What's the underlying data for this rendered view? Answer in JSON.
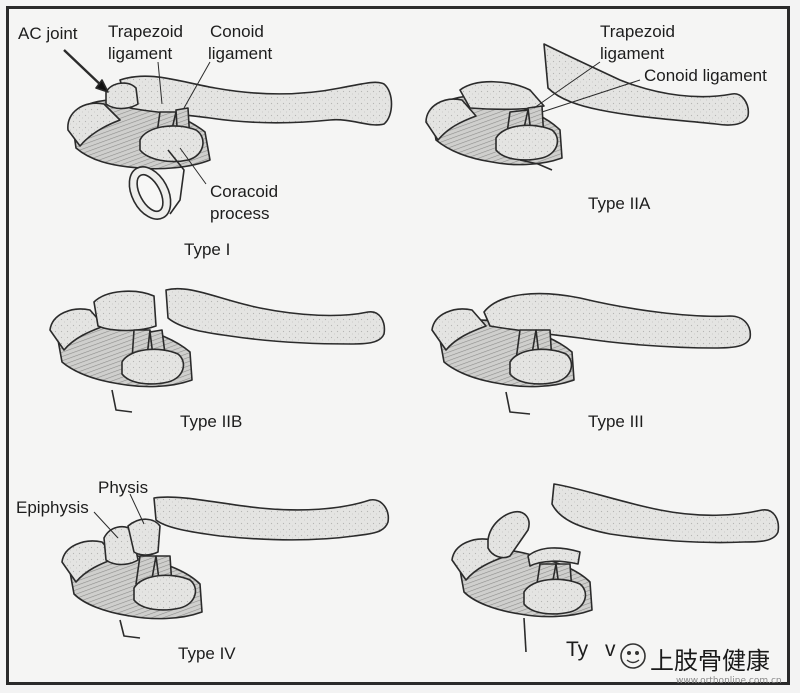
{
  "labels": {
    "ac_joint": "AC joint",
    "trapezoid_1": "Trapezoid",
    "ligament_1": "ligament",
    "conoid_1": "Conoid",
    "ligament_2": "ligament",
    "coracoid": "Coracoid",
    "process": "process",
    "trapezoid_2": "Trapezoid",
    "ligament_3": "ligament",
    "conoid_ligament_2": "Conoid ligament",
    "epiphysis": "Epiphysis",
    "physis": "Physis"
  },
  "captions": {
    "type_1": "Type I",
    "type_2a": "Type IIA",
    "type_2b": "Type IIB",
    "type_3": "Type III",
    "type_4": "Type IV",
    "type_5": "Ty",
    "type_5_tail": "v"
  },
  "watermark": {
    "text": "上肢骨健康",
    "url": "www.orthonline.com.cn"
  },
  "colors": {
    "bone_fill": "#e6e6e4",
    "stroke": "#2b2b2b",
    "shade": "#9a9a98",
    "background": "#f5f5f4"
  }
}
